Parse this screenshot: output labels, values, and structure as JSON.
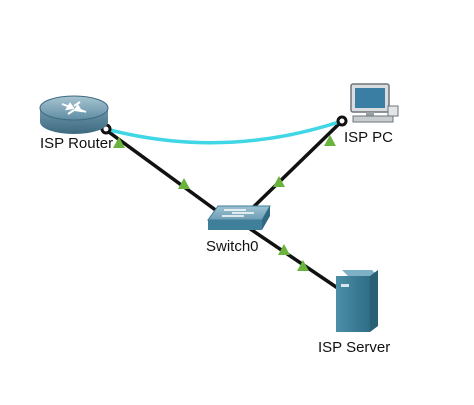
{
  "nodes": {
    "router": {
      "label": "ISP Router",
      "icon": "router-icon"
    },
    "pc": {
      "label": "ISP PC",
      "icon": "desktop-pc-icon"
    },
    "switch": {
      "label": "Switch0",
      "icon": "switch-icon"
    },
    "server": {
      "label": "ISP Server",
      "icon": "server-icon"
    }
  },
  "links": [
    {
      "from": "ISP Router",
      "to": "ISP PC",
      "type": "console",
      "color": "#3fd6e6"
    },
    {
      "from": "ISP Router",
      "to": "Switch0",
      "type": "copper",
      "status": "up"
    },
    {
      "from": "ISP PC",
      "to": "Switch0",
      "type": "copper",
      "status": "up"
    },
    {
      "from": "Switch0",
      "to": "ISP Server",
      "type": "copper",
      "status": "up"
    }
  ],
  "colors": {
    "link_up": "#6ab43e",
    "cable": "#111111",
    "console": "#3fd6e6",
    "device_blue": "#3f7f9a"
  }
}
